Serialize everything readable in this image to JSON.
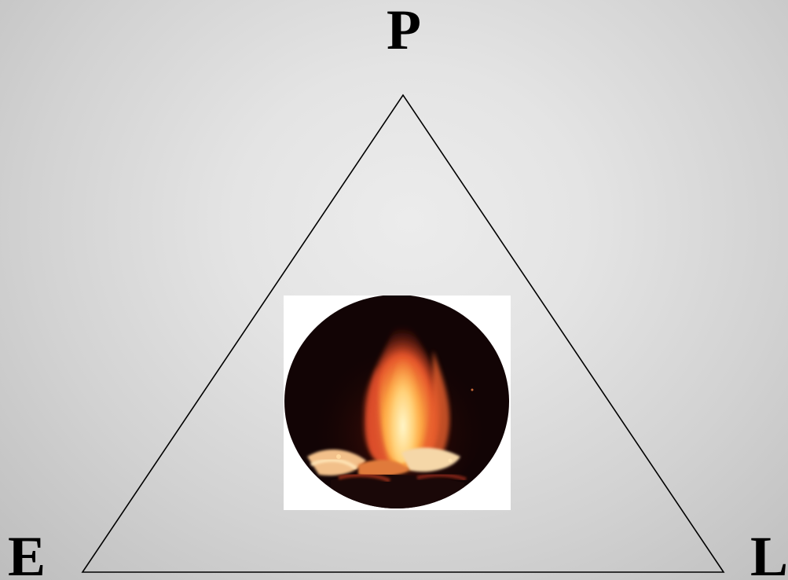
{
  "diagram": {
    "vertices": {
      "top": "P",
      "bottom_left": "E",
      "bottom_right": "L"
    },
    "center_image": "campfire-icon",
    "colors": {
      "background": "#e4e4e4",
      "line": "#000000",
      "label": "#000000"
    }
  }
}
